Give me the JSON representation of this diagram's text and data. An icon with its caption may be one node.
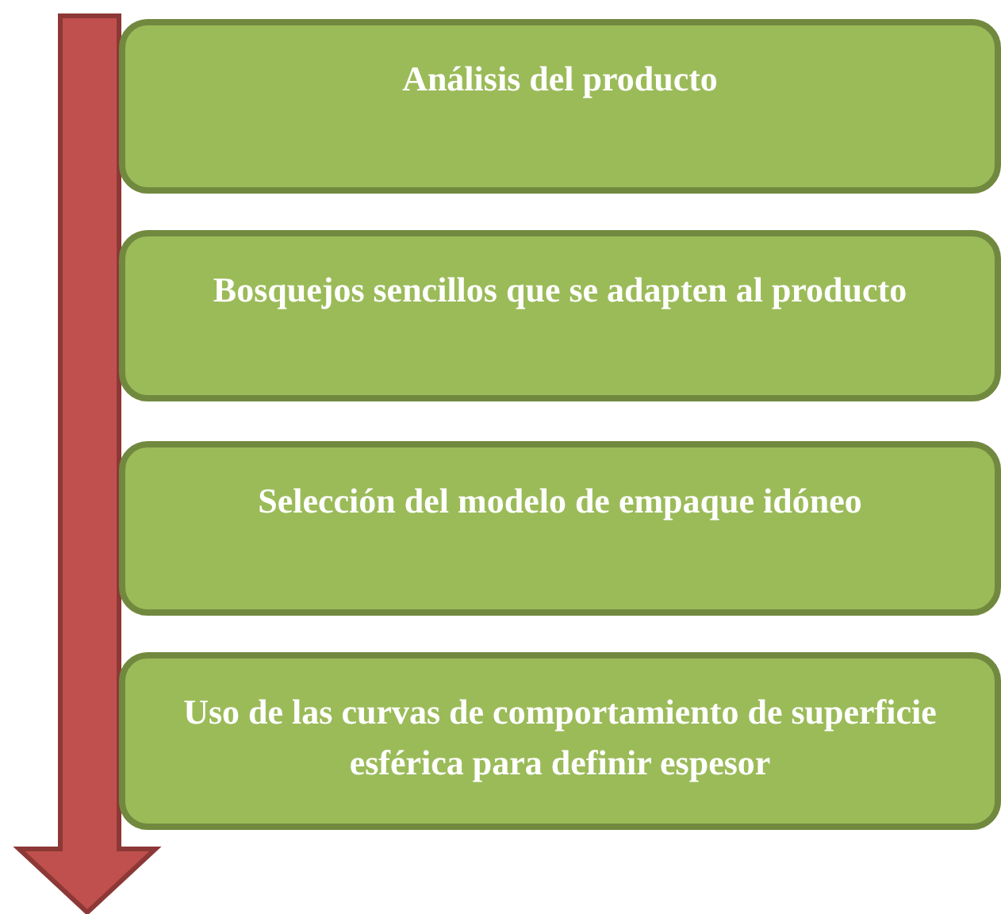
{
  "diagram": {
    "nodes": [
      {
        "text": [
          "Análisis del producto"
        ]
      },
      {
        "text": [
          "Bosquejos sencillos que se adapten al producto"
        ]
      },
      {
        "text": [
          "Selección del modelo de empaque idóneo"
        ]
      },
      {
        "text": [
          "Uso de las curvas de comportamiento de superficie esférica para definir espesor"
        ]
      }
    ]
  }
}
